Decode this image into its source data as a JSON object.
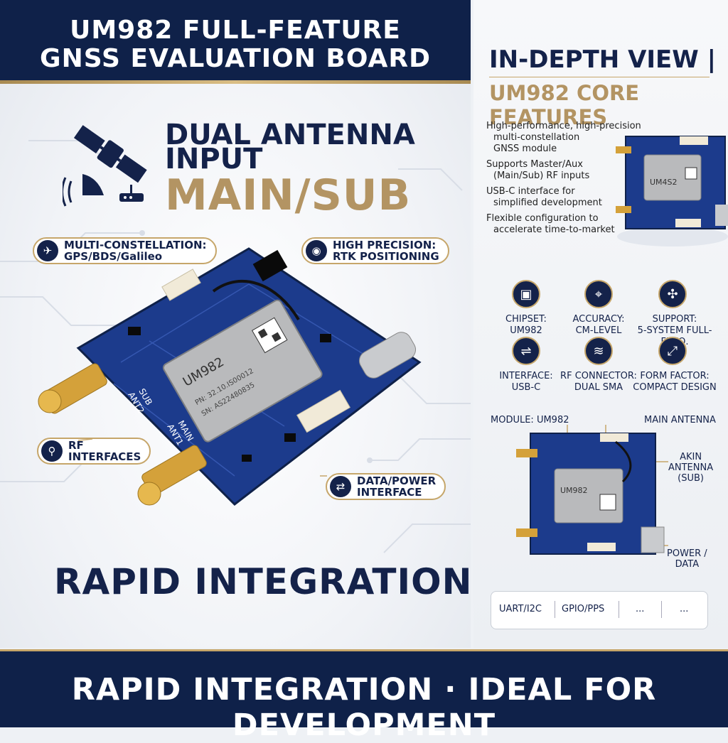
{
  "header": {
    "line1": "UM982 FULL-FEATURE",
    "line2": "GNSS EVALUATION BOARD"
  },
  "hero": {
    "dual_line1": "DUAL ANTENNA",
    "dual_line2": "INPUT",
    "main_sub": "MAIN/SUB"
  },
  "pills": {
    "multi_line1": "MULTI-CONSTELLATION:",
    "multi_line2": "GPS/BDS/Galileo",
    "precision_line1": "HIGH PRECISION:",
    "precision_line2": "RTK POSITIONING",
    "rf_line1": "RF",
    "rf_line2": "INTERFACES",
    "data_line1": "DATA/POWER",
    "data_line2": "INTERFACE"
  },
  "board": {
    "module_label": "UM982",
    "pn": "PN: 32.10.IS00012",
    "sn": "SN: AS22480835",
    "ant2": "ANT2",
    "ant2_sub": "SUB",
    "ant1": "ANT1",
    "ant1_main": "MAIN"
  },
  "rapid": "RAPID INTEGRATION",
  "right": {
    "heading1": "IN-DEPTH VIEW |",
    "heading2": "UM982 CORE FEATURES",
    "bullets": [
      {
        "l1": "High-performance, high-precision",
        "l2": "multi-constellation",
        "l3": "GNSS module"
      },
      {
        "l1": "Supports Master/Aux",
        "l2": "(Main/Sub) RF inputs"
      },
      {
        "l1": "USB-C interface for",
        "l2": "simplified development"
      },
      {
        "l1": "Flexible configuration to",
        "l2": "accelerate time-to-market"
      }
    ],
    "thumb_module": "UM4S2",
    "features": [
      {
        "l1": "CHIPSET:",
        "l2": "UM982",
        "icon": "chip-icon"
      },
      {
        "l1": "ACCURACY:",
        "l2": "CM-LEVEL",
        "icon": "location-pin-icon"
      },
      {
        "l1": "SUPPORT:",
        "l2": "5-SYSTEM FULL-FREQ.",
        "icon": "network-icon"
      },
      {
        "l1": "INTERFACE:",
        "l2": "USB-C",
        "icon": "usb-icon"
      },
      {
        "l1": "RF CONNECTOR:",
        "l2": "DUAL SMA",
        "icon": "signal-icon"
      },
      {
        "l1": "FORM FACTOR:",
        "l2": "COMPACT DESIGN",
        "icon": "expand-icon"
      }
    ],
    "diagram": {
      "module": "MODULE: UM982",
      "main_antenna": "MAIN ANTENNA",
      "akin1": "AKIN",
      "akin2": "ANTENNA",
      "akin3": "(SUB)",
      "power1": "POWER /",
      "power2": "DATA",
      "board_label": "UM982"
    },
    "chips": [
      "UART/I2C",
      "GPIO/PPS",
      "...",
      "..."
    ]
  },
  "footer": "RAPID INTEGRATION · IDEAL FOR DEVELOPMENT",
  "colors": {
    "navy": "#0f2149",
    "gold": "#b39463",
    "board_blue": "#1c3b8c"
  }
}
